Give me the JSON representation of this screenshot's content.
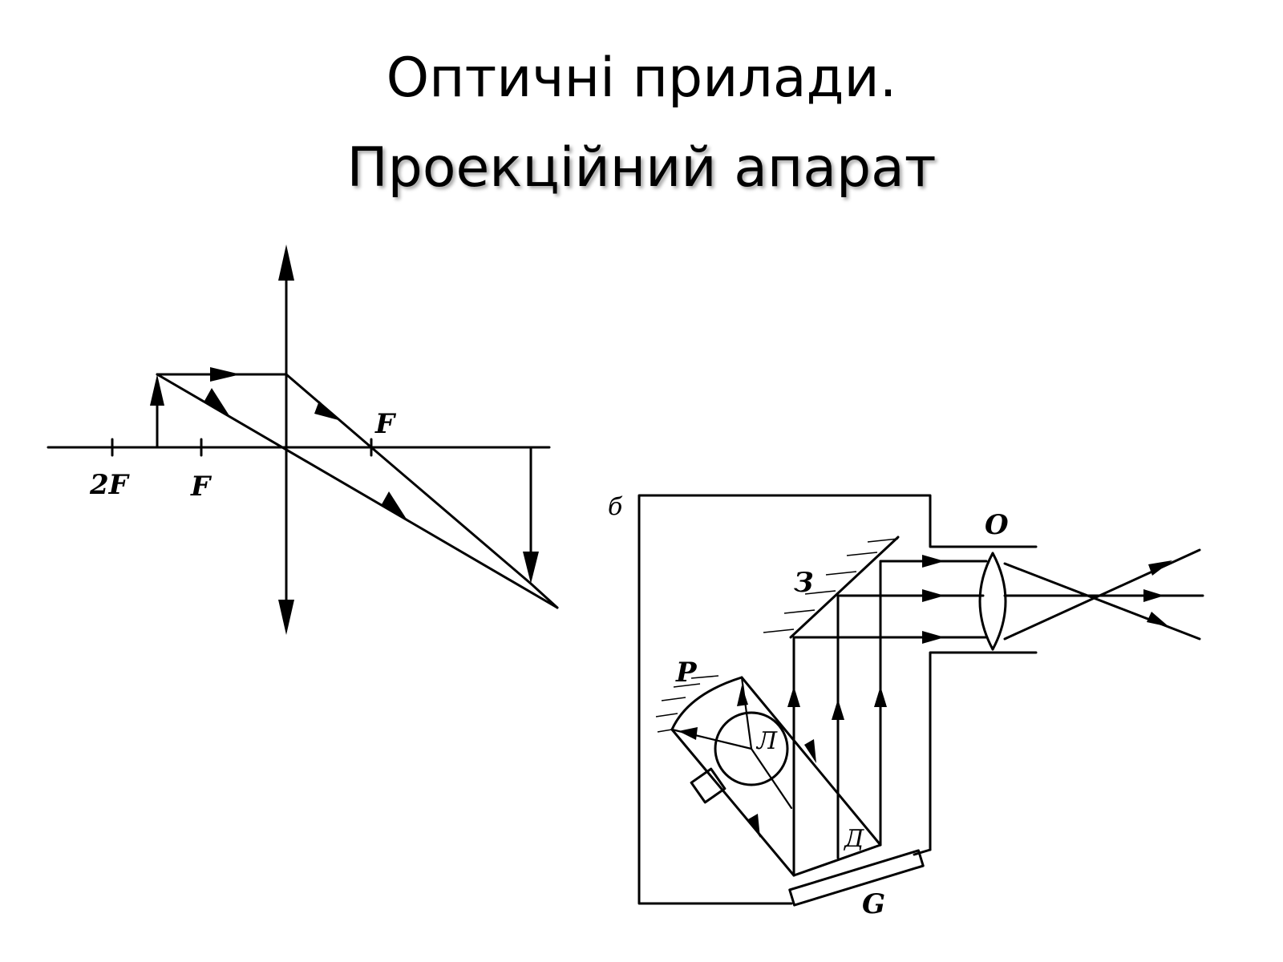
{
  "slide": {
    "title_line1": "Оптичні прилади.",
    "title_line2": "Проекційний апарат"
  },
  "lens_diagram": {
    "labels": {
      "two_f_left": "2F",
      "f_left": "F",
      "f_right": "F"
    }
  },
  "projector_diagram": {
    "labels": {
      "panel": "б",
      "objective": "O",
      "mirror": "З",
      "reflector": "Р",
      "lamp": "Л",
      "slide": "Д",
      "condenser": "G"
    }
  }
}
